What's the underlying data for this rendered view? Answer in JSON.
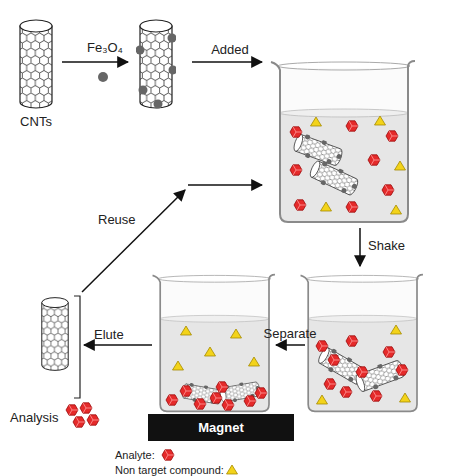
{
  "diagram": {
    "nodes": [
      {
        "text": [
          "CNTs"
        ]
      },
      {
        "text": [
          "Magnet"
        ]
      }
    ],
    "labels": [
      "Fe₃O₄",
      "Added",
      "Shake",
      "Separate",
      "Elute",
      "Reuse",
      "Analysis"
    ],
    "legend": [
      {
        "text": "Analyte:"
      },
      {
        "text": "Non target compound:"
      }
    ]
  }
}
